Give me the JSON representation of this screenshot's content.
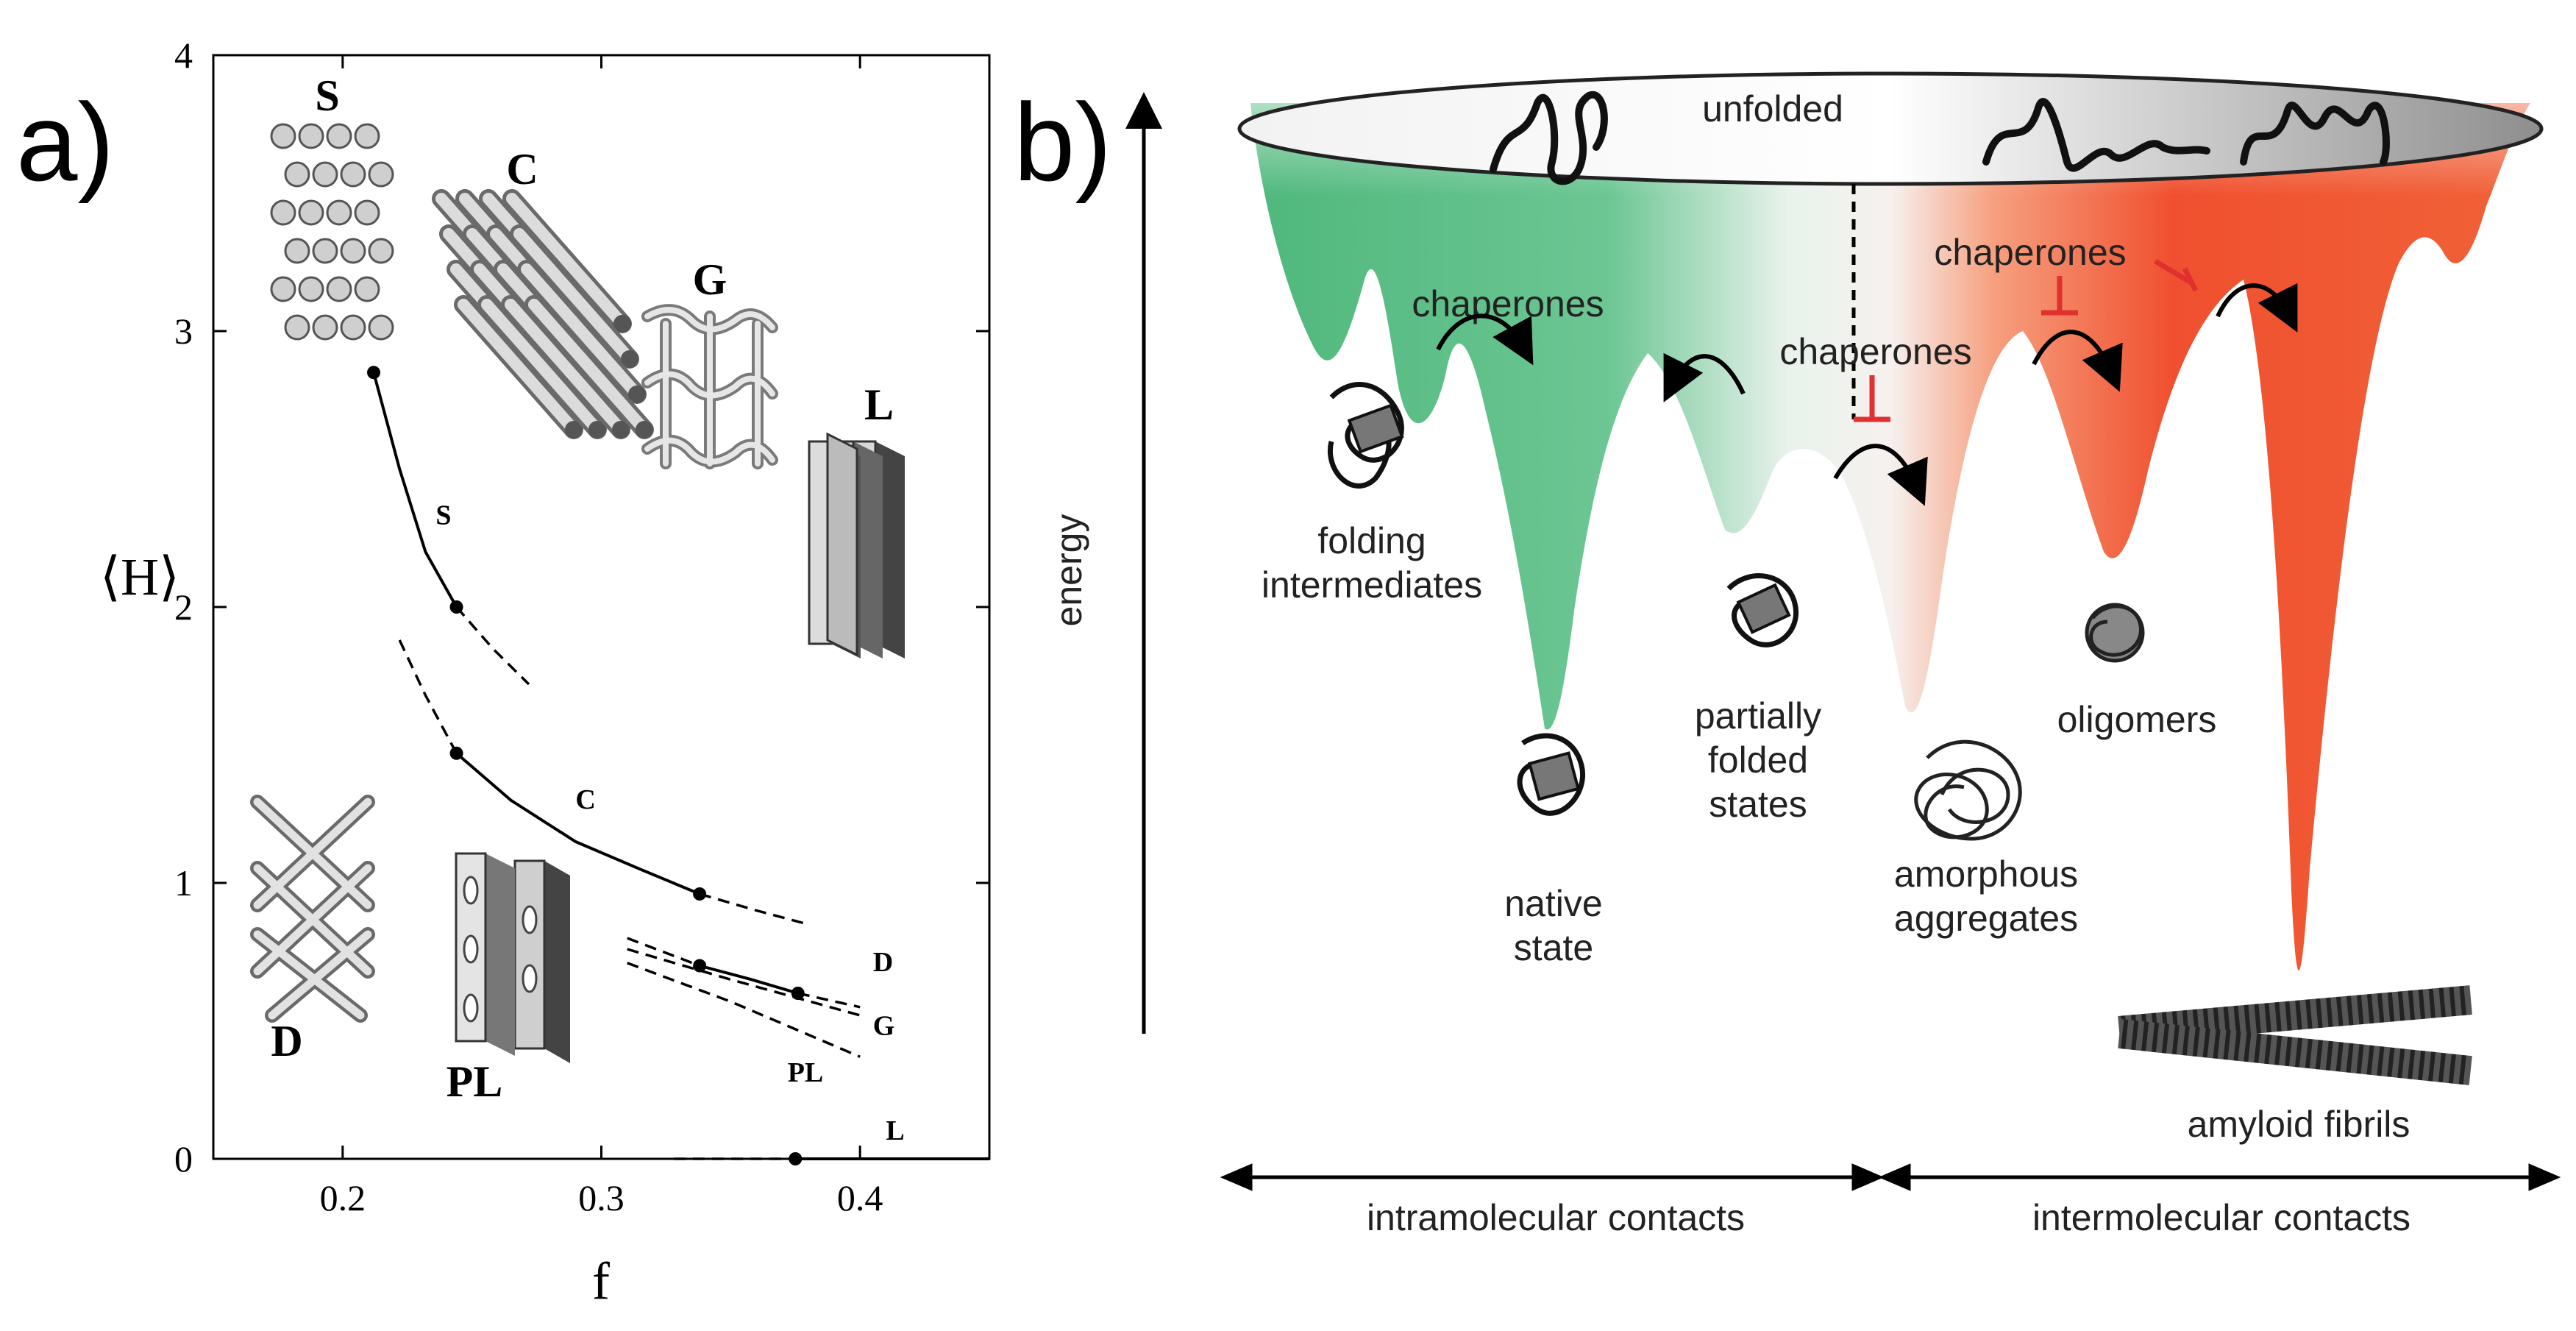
{
  "panel_a": {
    "label": "a)",
    "chart_data": {
      "type": "line",
      "xlabel": "f",
      "ylabel": "⟨H⟩",
      "xlim": [
        0.15,
        0.45
      ],
      "ylim": [
        0,
        4
      ],
      "x_ticks": [
        "0.2",
        "0.3",
        "0.4"
      ],
      "x_tick_values": [
        0.2,
        0.3,
        0.4
      ],
      "y_ticks": [
        "0",
        "1",
        "2",
        "3",
        "4"
      ],
      "y_tick_values": [
        0,
        1,
        2,
        3,
        4
      ],
      "series": [
        {
          "name": "S",
          "solid": [
            [
              0.212,
              2.85
            ],
            [
              0.222,
              2.5
            ],
            [
              0.232,
              2.2
            ],
            [
              0.244,
              2.0
            ]
          ],
          "dashed": [
            [
              0.244,
              2.0
            ],
            [
              0.258,
              1.85
            ],
            [
              0.272,
              1.72
            ]
          ],
          "points": [
            [
              0.212,
              2.85
            ],
            [
              0.244,
              2.0
            ]
          ]
        },
        {
          "name": "C",
          "solid": [
            [
              0.244,
              1.47
            ],
            [
              0.265,
              1.3
            ],
            [
              0.29,
              1.15
            ],
            [
              0.315,
              1.05
            ],
            [
              0.338,
              0.96
            ]
          ],
          "dashed": [
            [
              0.222,
              1.88
            ],
            [
              0.232,
              1.68
            ],
            [
              0.244,
              1.47
            ]
          ],
          "dashed2": [
            [
              0.338,
              0.96
            ],
            [
              0.36,
              0.9
            ],
            [
              0.38,
              0.85
            ]
          ],
          "points": [
            [
              0.244,
              1.47
            ],
            [
              0.338,
              0.96
            ]
          ]
        },
        {
          "name": "D",
          "solid": [
            [
              0.338,
              0.7
            ],
            [
              0.358,
              0.65
            ],
            [
              0.376,
              0.6
            ]
          ],
          "dashed": [
            [
              0.31,
              0.8
            ],
            [
              0.338,
              0.7
            ]
          ],
          "dashed2": [
            [
              0.376,
              0.6
            ],
            [
              0.4,
              0.55
            ]
          ],
          "points": [
            [
              0.338,
              0.7
            ],
            [
              0.376,
              0.6
            ]
          ]
        },
        {
          "name": "G",
          "solid": [],
          "dashed": [
            [
              0.31,
              0.76
            ],
            [
              0.35,
              0.65
            ],
            [
              0.4,
              0.52
            ]
          ],
          "points": []
        },
        {
          "name": "PL",
          "solid": [],
          "dashed": [
            [
              0.31,
              0.71
            ],
            [
              0.35,
              0.57
            ],
            [
              0.4,
              0.37
            ]
          ],
          "points": []
        },
        {
          "name": "L",
          "solid": [
            [
              0.375,
              0
            ],
            [
              0.45,
              0
            ]
          ],
          "dashed": [
            [
              0.328,
              0
            ],
            [
              0.375,
              0
            ]
          ],
          "points": [
            [
              0.375,
              0
            ]
          ]
        }
      ],
      "curve_labels": [
        {
          "text": "S",
          "x": 0.236,
          "y": 2.3
        },
        {
          "text": "C",
          "x": 0.29,
          "y": 1.27
        },
        {
          "text": "D",
          "x": 0.405,
          "y": 0.68
        },
        {
          "text": "G",
          "x": 0.405,
          "y": 0.45
        },
        {
          "text": "PL",
          "x": 0.372,
          "y": 0.28
        },
        {
          "text": "L",
          "x": 0.41,
          "y": 0.07
        }
      ],
      "phase_icons": [
        "S",
        "C",
        "G",
        "L",
        "D",
        "PL"
      ]
    }
  },
  "panel_b": {
    "label": "b)",
    "y_axis_label": "energy",
    "unfolded": "unfolded",
    "chaperones_1": "chaperones",
    "chaperones_2": "chaperones",
    "chaperones_3": "chaperones",
    "folding_intermediates": [
      "folding",
      "intermediates"
    ],
    "native_state": [
      "native",
      "state"
    ],
    "partially_folded": [
      "partially",
      "folded",
      "states"
    ],
    "amorphous": [
      "amorphous",
      "aggregates"
    ],
    "oligomers": "oligomers",
    "amyloid": "amyloid fibrils",
    "intramolecular": "intramolecular contacts",
    "intermolecular": "intermolecular contacts",
    "colors": {
      "green": "#5cbd85",
      "red": "#ef3420",
      "inhibit": "#e03030"
    }
  }
}
